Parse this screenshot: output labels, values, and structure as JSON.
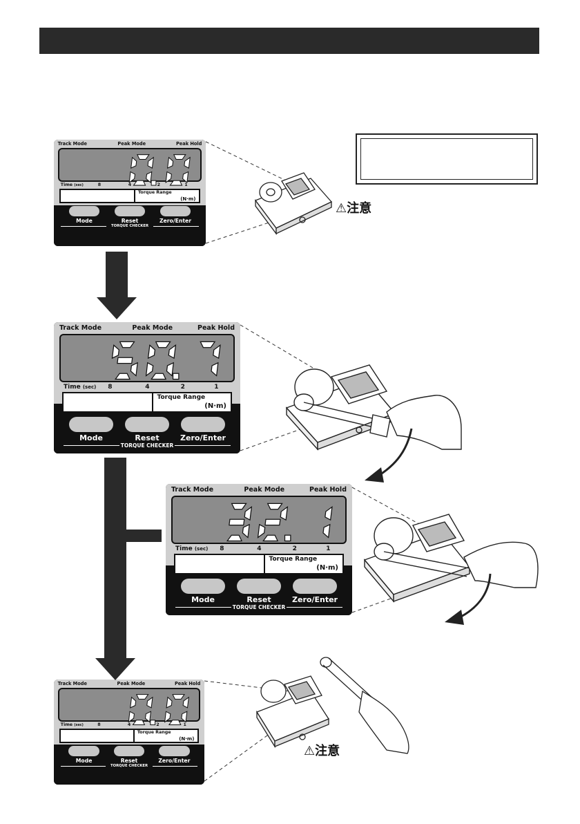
{
  "panel_labels": {
    "track_mode": "Track Mode",
    "peak_mode": "Peak Mode",
    "peak_hold": "Peak Hold",
    "time": "Time",
    "time_unit": "(sec)",
    "time_8": "8",
    "time_4": "4",
    "time_2": "2",
    "time_1": "1",
    "torque_range": "Torque Range",
    "unit": "(N·m)",
    "mode_button": "Mode",
    "reset_button": "Reset",
    "zero_enter_button": "Zero/Enter",
    "brand": "TORQUE CHECKER"
  },
  "panels": [
    {
      "reading": "0.0"
    },
    {
      "reading": "50.7"
    },
    {
      "reading": "32.1"
    },
    {
      "reading": "0.0"
    }
  ],
  "cautions": [
    {
      "symbol": "⚠",
      "text": "注意"
    },
    {
      "symbol": "⚠",
      "text": "注意"
    }
  ],
  "colors": {
    "header_bar": "#2a2a2a",
    "lcd": "#8c8c8c",
    "panel_top": "#cfcfcf",
    "panel_body": "#111111",
    "button": "#c7c7c7"
  }
}
